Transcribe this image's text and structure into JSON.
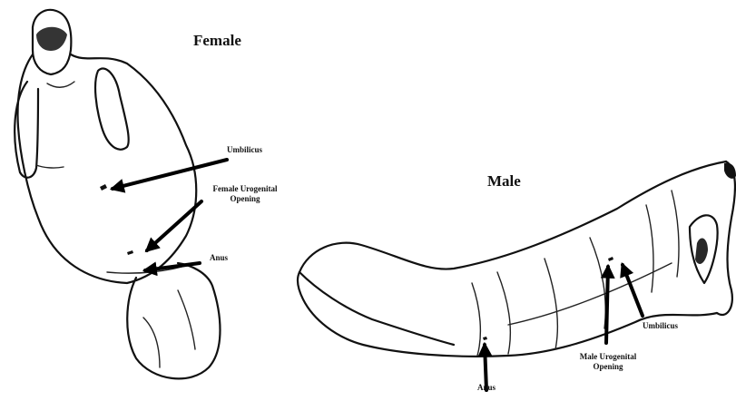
{
  "female": {
    "title": "Female",
    "labels": {
      "umbilicus": "Umbilicus",
      "urogenital_line1": "Female Urogenital",
      "urogenital_line2": "Opening",
      "anus": "Anus"
    }
  },
  "male": {
    "title": "Male",
    "labels": {
      "umbilicus": "Umbilicus",
      "urogenital_line1": "Male Urogenital",
      "urogenital_line2": "Opening",
      "anus": "Anus"
    }
  },
  "colors": {
    "ink": "#111111",
    "background": "#ffffff"
  }
}
